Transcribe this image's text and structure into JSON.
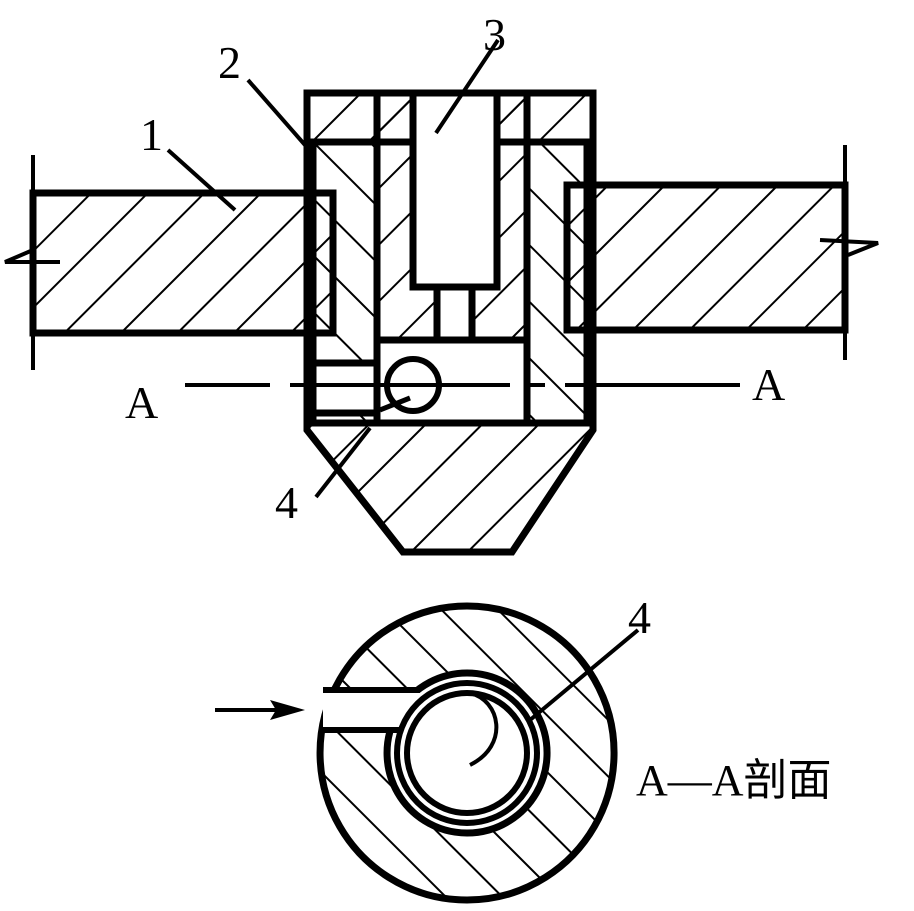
{
  "labels": {
    "part1": "1",
    "part2": "2",
    "part3": "3",
    "part4_top": "4",
    "part4_section": "4",
    "section_left": "A",
    "section_right": "A",
    "section_caption": "A—A剖面"
  },
  "colors": {
    "line": "#000000",
    "background": "#ffffff"
  }
}
